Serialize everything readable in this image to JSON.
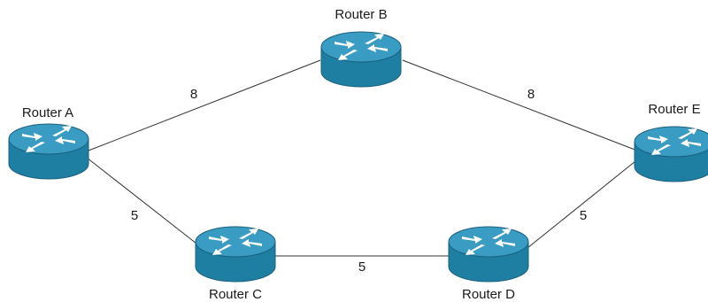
{
  "routers": {
    "a": {
      "label": "Router A"
    },
    "b": {
      "label": "Router B"
    },
    "c": {
      "label": "Router C"
    },
    "d": {
      "label": "Router D"
    },
    "e": {
      "label": "Router E"
    }
  },
  "links": {
    "a_b": {
      "cost": "8"
    },
    "b_e": {
      "cost": "8"
    },
    "a_c": {
      "cost": "5"
    },
    "c_d": {
      "cost": "5"
    },
    "d_e": {
      "cost": "5"
    }
  },
  "colors": {
    "router_body": "#1f7fa3",
    "router_top": "#3a9cc2",
    "router_outline": "#1a5f7d",
    "arrow": "#ffffff"
  }
}
